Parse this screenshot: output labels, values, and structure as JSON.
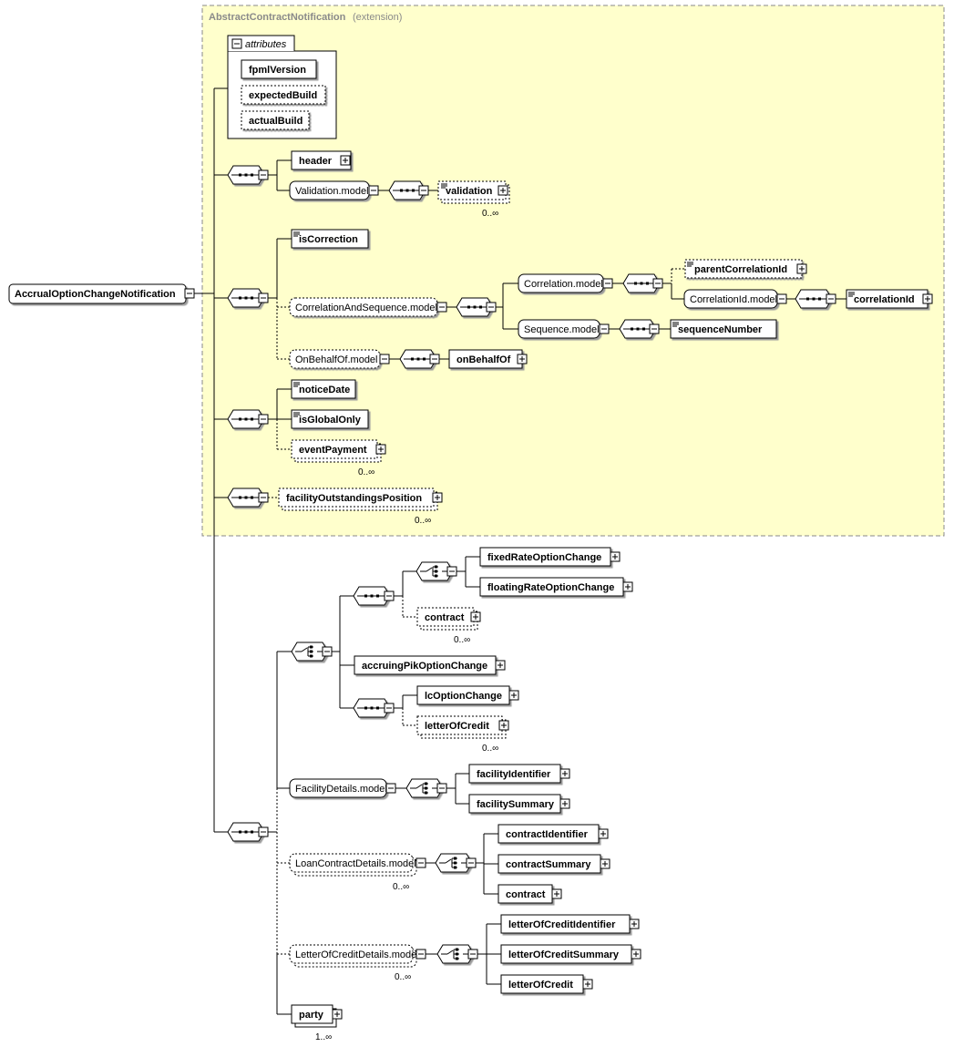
{
  "extension": {
    "base": "AbstractContractNotification",
    "kind": "(extension)"
  },
  "root": "AccrualOptionChangeNotification",
  "attributes": {
    "title": "attributes",
    "items": [
      "fpmlVersion",
      "expectedBuild",
      "actualBuild"
    ]
  },
  "elements": {
    "header": "header",
    "validationModel": "Validation.model",
    "validation": "validation",
    "isCorrection": "isCorrection",
    "correlationAndSequenceModel": "CorrelationAndSequence.model",
    "correlationModel": "Correlation.model",
    "parentCorrelationId": "parentCorrelationId",
    "correlationIdModel": "CorrelationId.model",
    "correlationId": "correlationId",
    "sequenceModel": "Sequence.model",
    "sequenceNumber": "sequenceNumber",
    "onBehalfOfModel": "OnBehalfOf.model",
    "onBehalfOf": "onBehalfOf",
    "noticeDate": "noticeDate",
    "isGlobalOnly": "isGlobalOnly",
    "eventPayment": "eventPayment",
    "facilityOutstandingsPosition": "facilityOutstandingsPosition",
    "fixedRateOptionChange": "fixedRateOptionChange",
    "floatingRateOptionChange": "floatingRateOptionChange",
    "contract1": "contract",
    "accruingPikOptionChange": "accruingPikOptionChange",
    "lcOptionChange": "lcOptionChange",
    "letterOfCredit1": "letterOfCredit",
    "facilityDetailsModel": "FacilityDetails.model",
    "facilityIdentifier": "facilityIdentifier",
    "facilitySummary": "facilitySummary",
    "loanContractDetailsModel": "LoanContractDetails.model",
    "contractIdentifier": "contractIdentifier",
    "contractSummary": "contractSummary",
    "contract2": "contract",
    "letterOfCreditDetailsModel": "LetterOfCreditDetails.model",
    "letterOfCreditIdentifier": "letterOfCreditIdentifier",
    "letterOfCreditSummary": "letterOfCreditSummary",
    "letterOfCredit2": "letterOfCredit",
    "party": "party"
  },
  "occurrences": {
    "validation": "0..∞",
    "eventPayment": "0..∞",
    "facilityOutstandingsPosition": "0..∞",
    "contract1": "0..∞",
    "letterOfCredit1": "0..∞",
    "loanContractDetailsModel": "0..∞",
    "letterOfCreditDetailsModel": "0..∞",
    "party": "1..∞"
  },
  "colors": {
    "extensionFill": "#ffffcc",
    "extensionBorder": "#888888",
    "line": "#000000"
  }
}
